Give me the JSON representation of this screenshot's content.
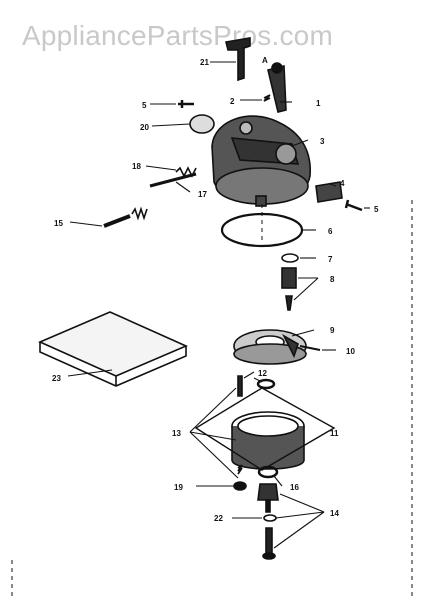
{
  "watermark": "AppliancePartsPros.com",
  "callout_letter": "A",
  "callouts": [
    "21",
    "1",
    "2",
    "5",
    "20",
    "3",
    "18",
    "17",
    "4",
    "5",
    "15",
    "6",
    "7",
    "8",
    "9",
    "10",
    "23",
    "12",
    "11",
    "13",
    "16",
    "19",
    "14",
    "22"
  ]
}
